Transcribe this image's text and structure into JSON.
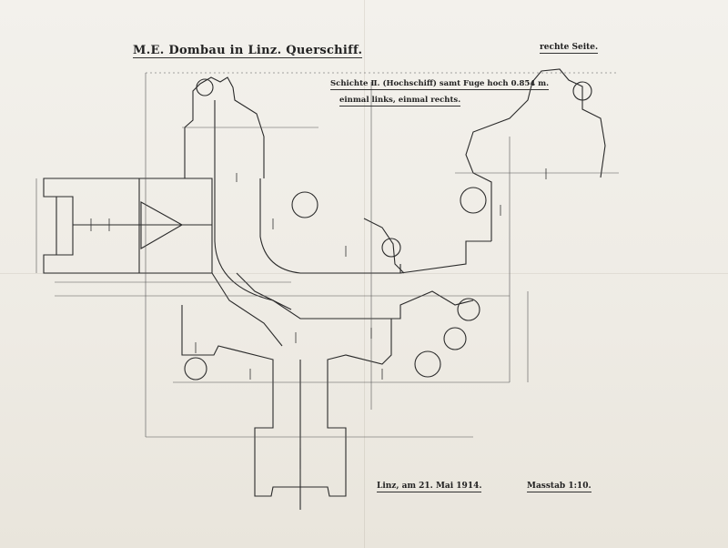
{
  "sheet": {
    "title": "M.E. Dombau in Linz. Querschiff.",
    "side_label": "rechte Seite.",
    "layer_note": "Schichte Ⅱ. (Hochschiff) samt Fuge hoch 0.854 m.",
    "layer_note_2": "einmal links, einmal rechts.",
    "place_date": "Linz, am 21. Mai 1914.",
    "scale": "Masstab 1:10."
  },
  "colors": {
    "paper": "#f1efe9",
    "ink": "#2a2a2a",
    "construction_line": "#555555"
  }
}
